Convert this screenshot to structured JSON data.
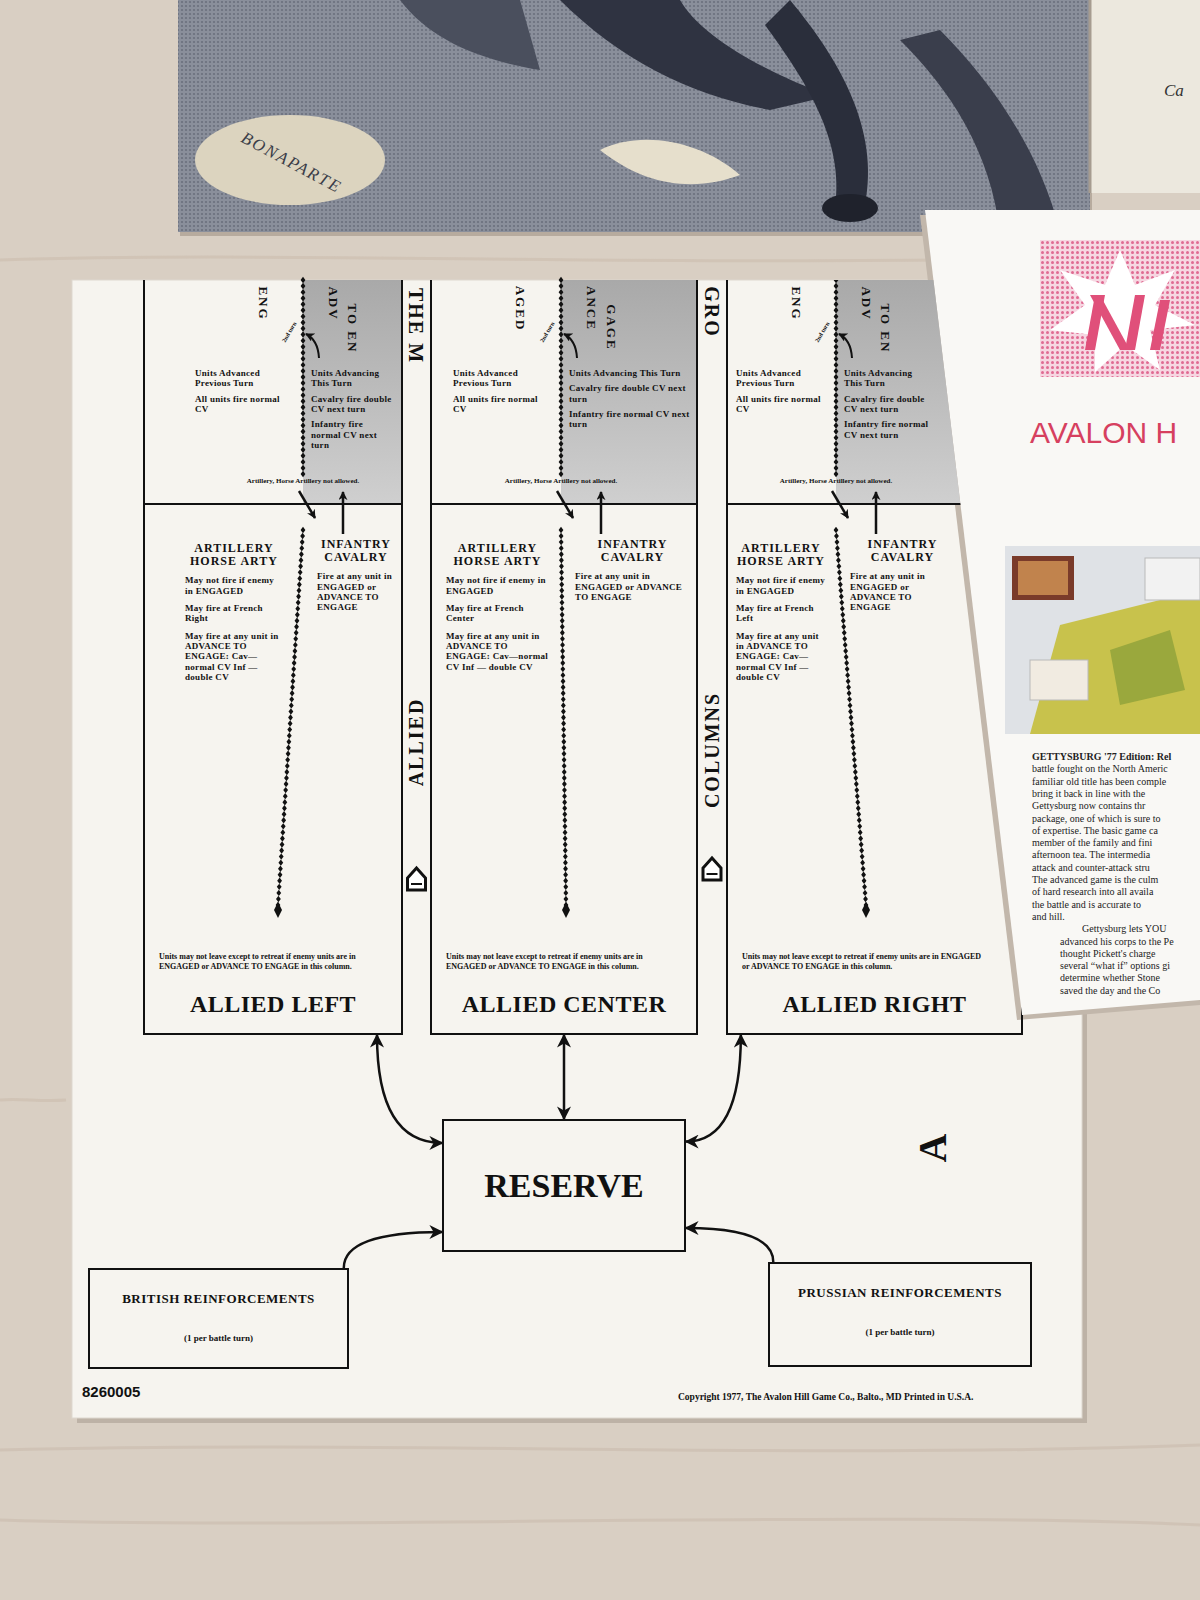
{
  "diagram": {
    "nodes": [
      {
        "text": [
          "Artillery, Horse Artillery not allowed.",
          "ARTILLERY HORSE ARTY",
          "May not fire if enemy in ENGAGED",
          "May fire at French Right",
          "May fire at any unit in ADVANCE TO ENGAGE: Cav—normal CV Inf — double CV",
          "INFANTRY CAVALRY",
          "Fire at any unit in ENGAGED or ADVANCE TO ENGAGE",
          "Units may not leave except to retreat if enemy units are in ENGAGED or ADVANCE TO ENGAGE in this column.",
          "ALLIED LEFT"
        ]
      },
      {
        "text": [
          "ENG",
          "Units Advanced Previous Turn",
          "All units fire normal CV"
        ],
        "in": 0
      },
      {
        "text": [
          "ADV",
          "TO EN",
          "Units Advancing This Turn",
          "Cavalry fire double CV next turn",
          "Infantry fire normal CV next turn"
        ],
        "in": 0
      },
      {
        "text": [
          "Artillery, Horse Artillery not allowed.",
          "ARTILLERY HORSE ARTY",
          "May not fire if enemy in ENGAGED",
          "May fire at French Center",
          "May fire at any unit in ADVANCE TO ENGAGE: Cav—normal CV Inf — double CV",
          "INFANTRY CAVALRY",
          "Fire at any unit in ENGAGED or ADVANCE TO ENGAGE",
          "Units may not leave except to retreat if enemy units are in ENGAGED or ADVANCE TO ENGAGE in this column.",
          "ALLIED CENTER"
        ]
      },
      {
        "text": [
          "AGED",
          "Units Advanced Previous Turn",
          "All units fire normal CV"
        ],
        "in": 3
      },
      {
        "text": [
          "ANCE",
          "GAGE",
          "Units Advancing This Turn",
          "Cavalry fire double CV next turn",
          "Infantry fire normal CV next turn"
        ],
        "in": 3
      },
      {
        "text": [
          "Artillery, Horse Artillery not allowed.",
          "ARTILLERY HORSE ARTY",
          "May not fire if enemy in ENGAGED",
          "May fire at French Left",
          "May fire at any unit in ADVANCE TO ENGAGE: Cav—normal CV Inf — double CV",
          "INFANTRY CAVALRY",
          "Fire at any unit in ENGAGED or ADVANCE TO ENGAGE",
          "Units may not leave except to retreat if enemy units are in ENGAGED or ADVANCE TO ENGAGE in this column.",
          "ALLIED RIGHT"
        ]
      },
      {
        "text": [
          "ENG",
          "Units Advanced Previous Turn",
          "All units fire normal CV"
        ],
        "in": 6
      },
      {
        "text": [
          "ADV",
          "TO EN",
          "Units Advancing This Turn",
          "Cavalry fire double CV next turn",
          "Infantry fire normal CV next turn"
        ],
        "in": 6
      },
      {
        "text": [
          "RESERVE"
        ]
      },
      {
        "text": [
          "BRITISH REINFORCEMENTS",
          "(1 per battle turn)"
        ]
      },
      {
        "text": [
          "PRUSSIAN REINFORCEMENTS",
          "(1 per battle turn)"
        ]
      }
    ],
    "edges": [
      {
        "from": 0,
        "to": 9,
        "arrow": "both"
      },
      {
        "from": 3,
        "to": 9,
        "arrow": "both"
      },
      {
        "from": 6,
        "to": 9,
        "arrow": "both"
      },
      {
        "from": 10,
        "to": 9,
        "arrow": "to"
      },
      {
        "from": 11,
        "to": 9,
        "arrow": "to"
      }
    ],
    "labels": [
      "BONAPARTE",
      "Ca",
      "THE M",
      "ALLIED",
      "GRO",
      "COLUMNS",
      "2nd turn",
      "2nd turn",
      "2nd turn",
      "A",
      "8260005",
      "Copyright 1977, The Avalon Hill Game Co., Balto., MD Printed in U.S.A.",
      "AVALON H",
      "GETTYSBURG '77 Edition: Rel",
      "battle fought on the North Americ",
      "familiar old title has been comple",
      "bring it back in line with the",
      "Gettysburg now contains thr",
      "package, one of which is sure to",
      "of expertise. The basic game ca",
      "member of the family and fini",
      "afternoon tea. The intermedia",
      "attack and counter-attack stru",
      "The advanced game is the culm",
      "of hard research into all availa",
      "the battle and is accurate to",
      "and hill.",
      "Gettysburg lets YOU",
      "advanced his corps to the Pe",
      "thought Pickett's charge",
      "several “what if” options gi",
      "determine whether Stone",
      "saved the day and the Co"
    ]
  }
}
